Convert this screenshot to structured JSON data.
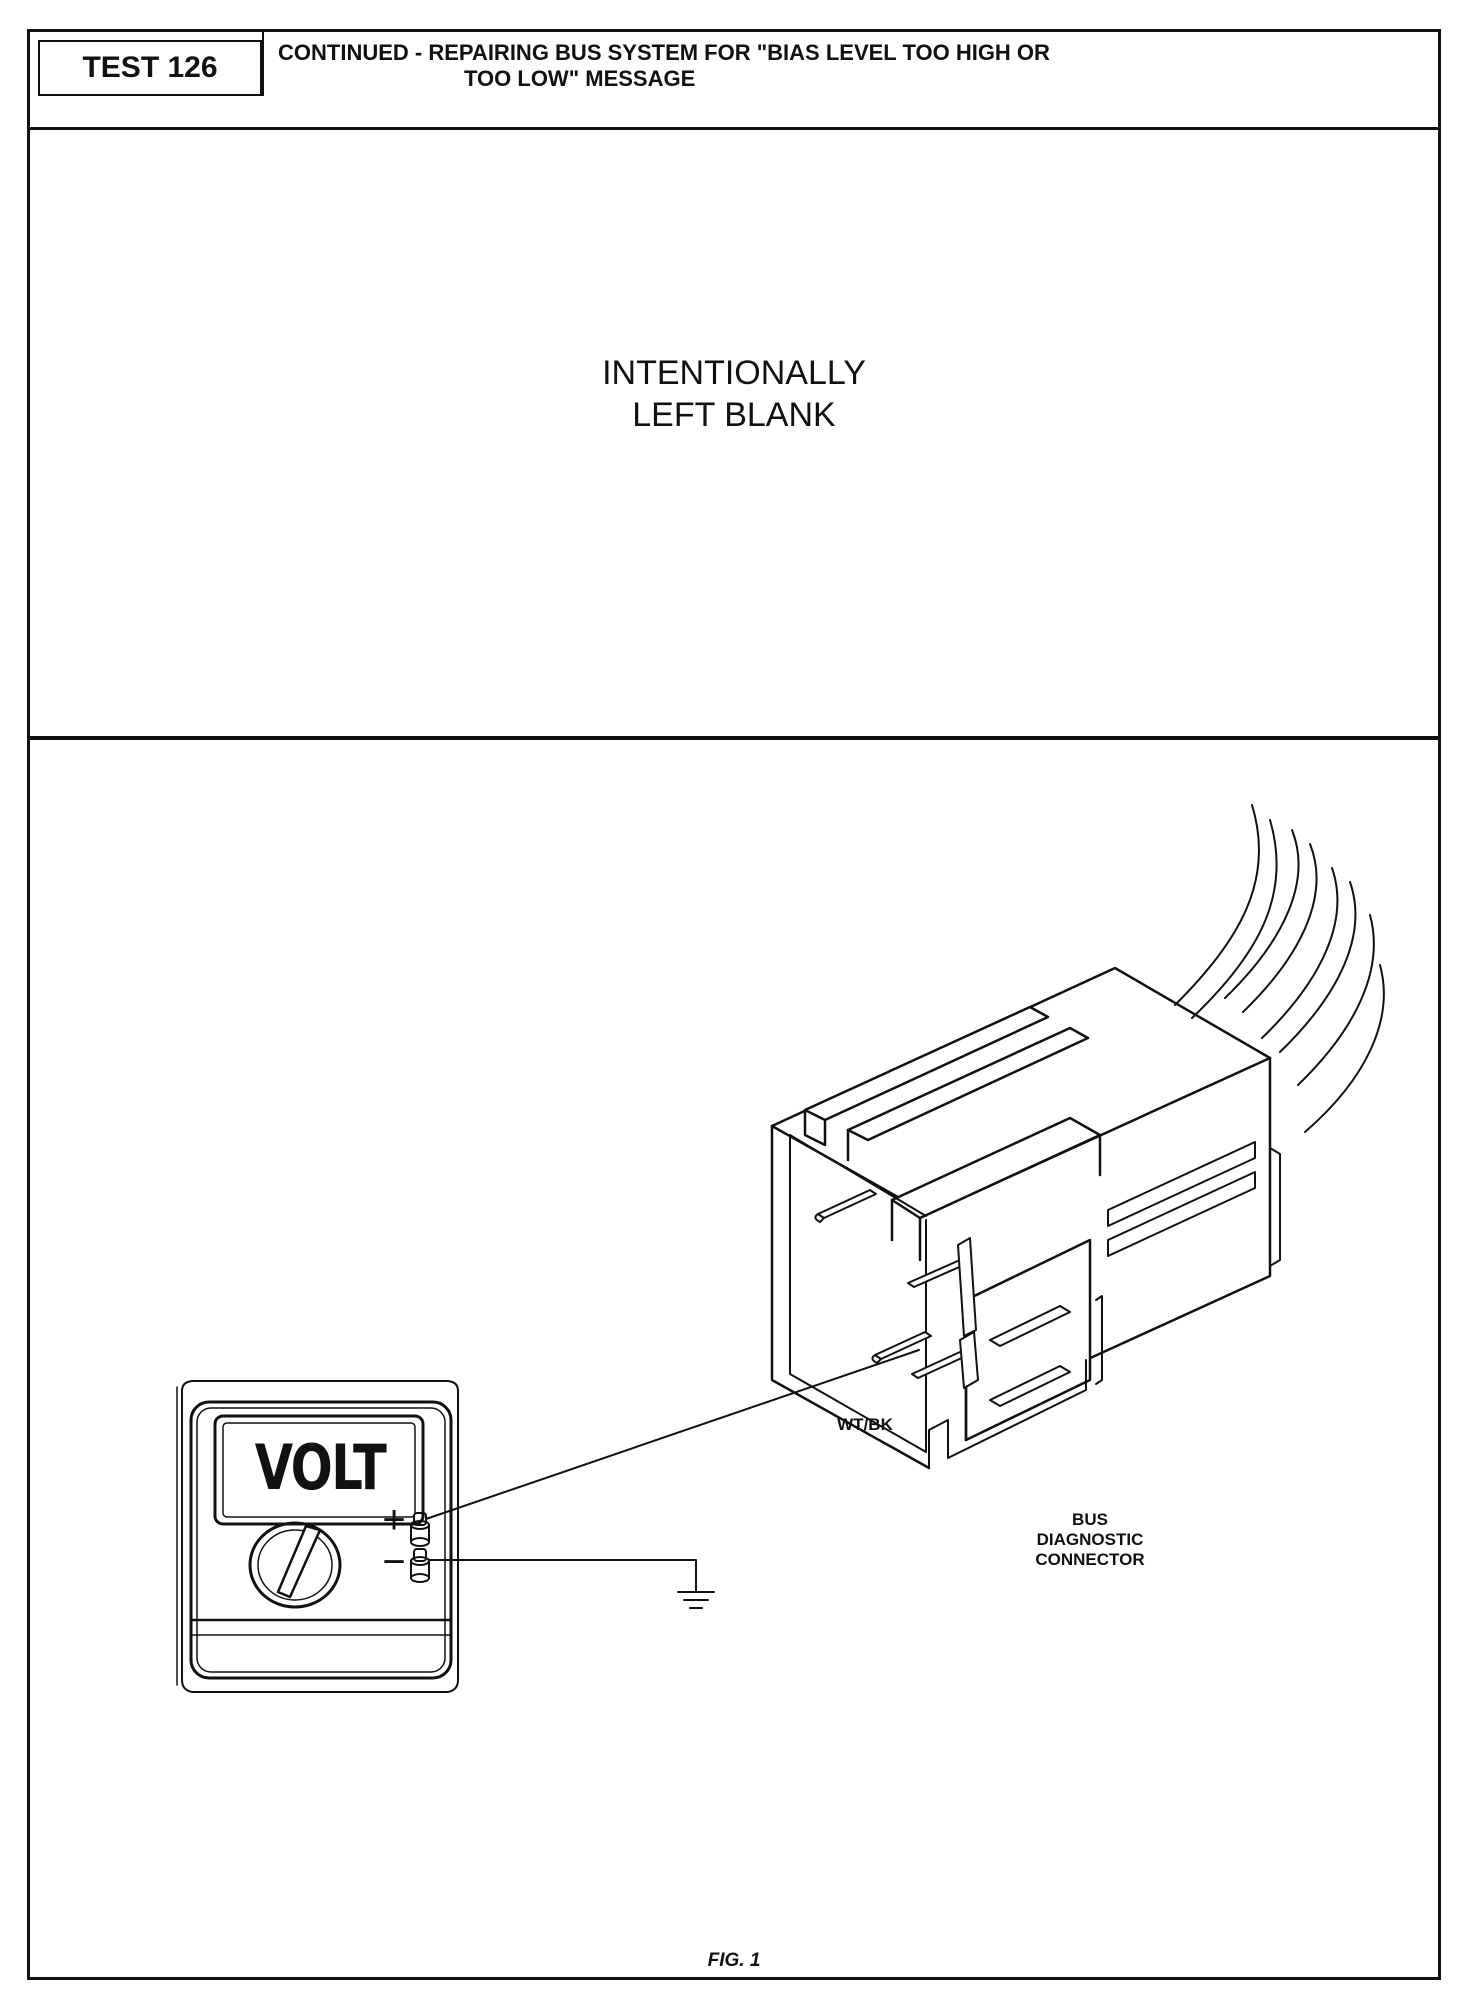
{
  "header": {
    "test_label": "TEST 126",
    "title_line1": "CONTINUED - REPAIRING BUS SYSTEM FOR \"BIAS LEVEL TOO HIGH OR",
    "title_line2": "TOO LOW\" MESSAGE"
  },
  "blank_panel": {
    "line1": "INTENTIONALLY",
    "line2": "LEFT BLANK"
  },
  "figure": {
    "meter_display": "VOLT",
    "plus_symbol": "+",
    "minus_symbol": "−",
    "wire_label": "WT/BK",
    "connector_label_line1": "BUS",
    "connector_label_line2": "DIAGNOSTIC",
    "connector_label_line3": "CONNECTOR",
    "caption": "FIG. 1"
  }
}
